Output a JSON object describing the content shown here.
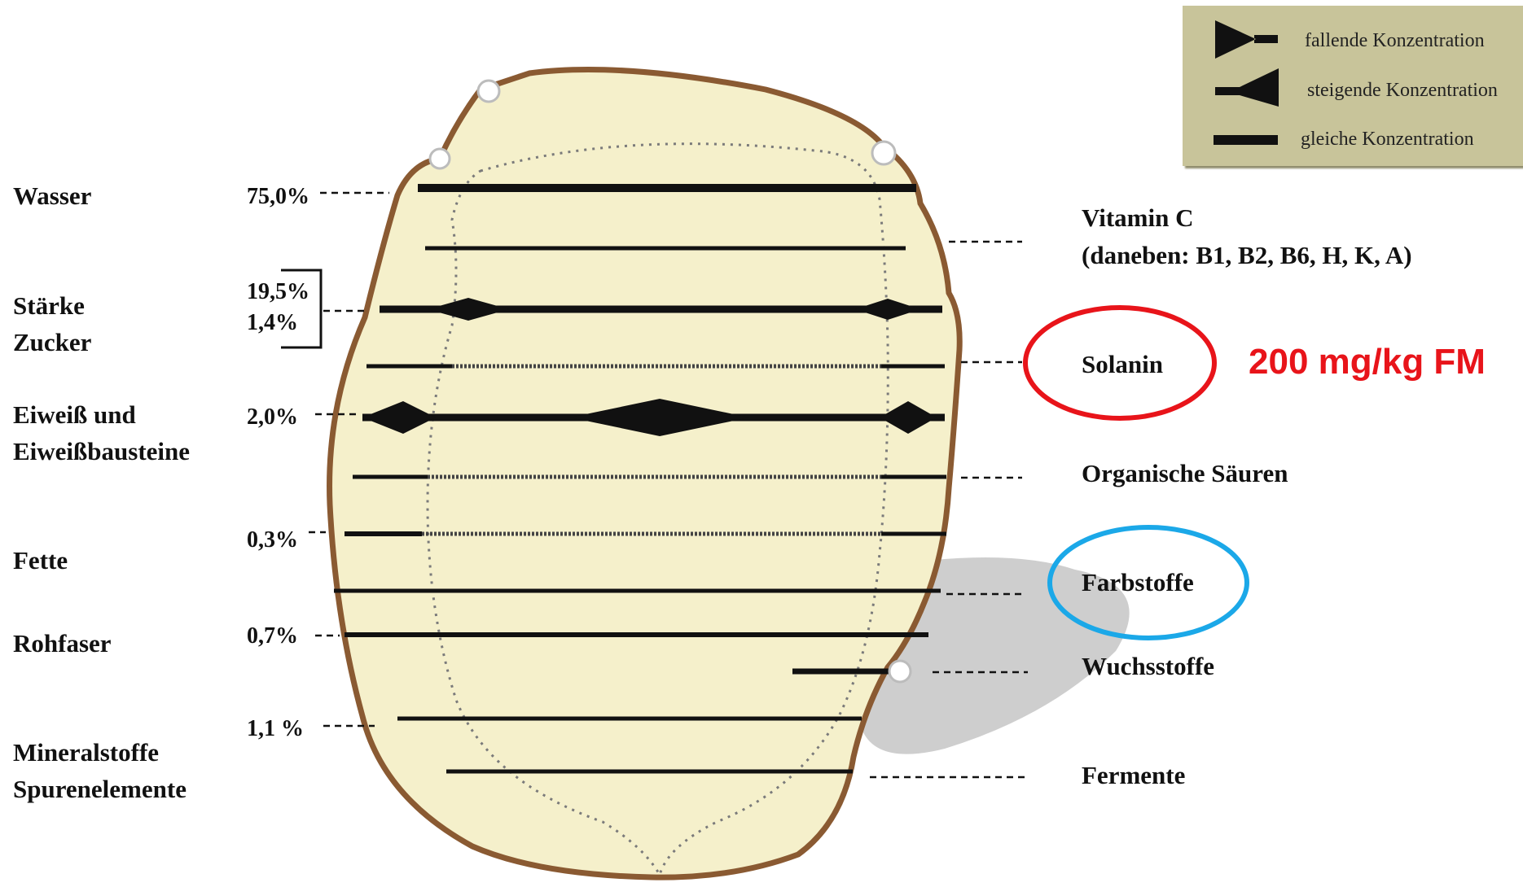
{
  "legend": {
    "falling": "fallende Konzentration",
    "rising": "steigende Konzentration",
    "equal": "gleiche Konzentration"
  },
  "left_labels": {
    "wasser": "Wasser",
    "staerke": "Stärke",
    "zucker": "Zucker",
    "eiweiss_1": "Eiweiß und",
    "eiweiss_2": "Eiweißbausteine",
    "fette": "Fette",
    "rohfaser": "Rohfaser",
    "mineral_1": "Mineralstoffe",
    "mineral_2": "Spurenelemente"
  },
  "percentages": {
    "wasser": "75,0%",
    "staerke": "19,5%",
    "zucker": "1,4%",
    "eiweiss": "2,0%",
    "fette": "0,3%",
    "rohfaser": "0,7%",
    "mineral": "1,1 %"
  },
  "right_labels": {
    "vitamin_1": "Vitamin C",
    "vitamin_2": "(daneben: B1, B2, B6, H, K, A)",
    "solanin": "Solanin",
    "saeuren": "Organische Säuren",
    "farbstoffe": "Farbstoffe",
    "wuchsstoffe": "Wuchsstoffe",
    "fermente": "Fermente"
  },
  "annotation": {
    "solanin_value": "200 mg/kg FM",
    "solanin_color": "#e8141a",
    "farbstoffe_color": "#1ba8e8"
  }
}
